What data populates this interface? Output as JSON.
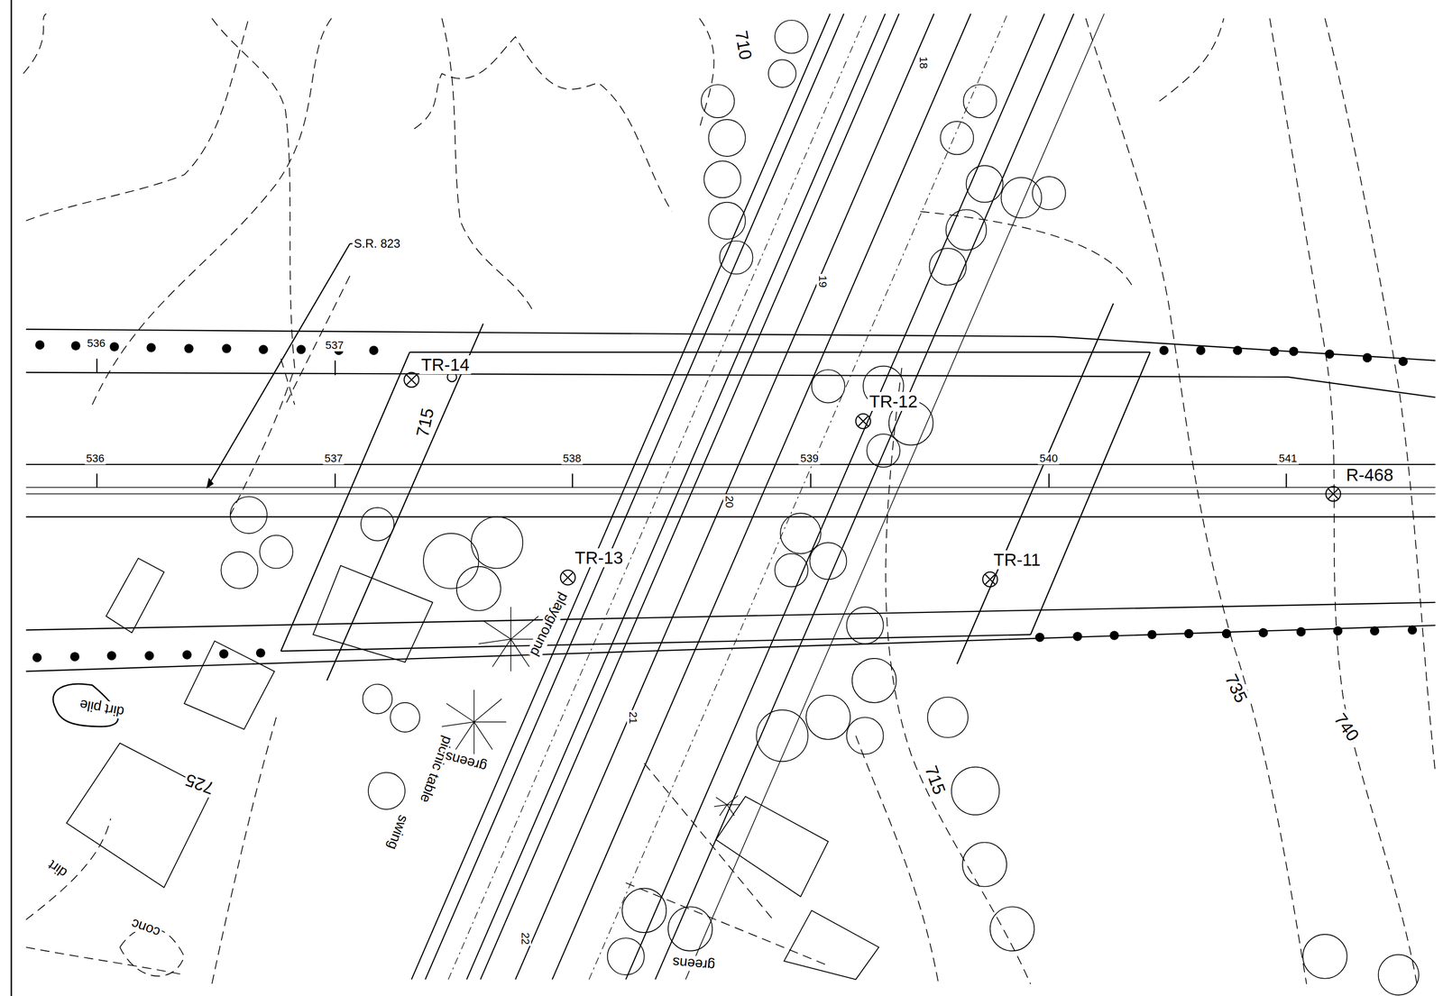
{
  "diagram": {
    "labels": [
      "S.R. 823",
      "536",
      "537",
      "536",
      "537",
      "538",
      "539",
      "540",
      "541",
      "TR-14",
      "TR-12",
      "TR-13",
      "TR-11",
      "R-468",
      "715",
      "710",
      "725",
      "735",
      "740",
      "715",
      "18",
      "19",
      "20",
      "21",
      "22",
      "dirt pile",
      "dirt",
      "conc",
      "playground",
      "picnic table",
      "swing",
      "greens",
      "greens"
    ]
  }
}
